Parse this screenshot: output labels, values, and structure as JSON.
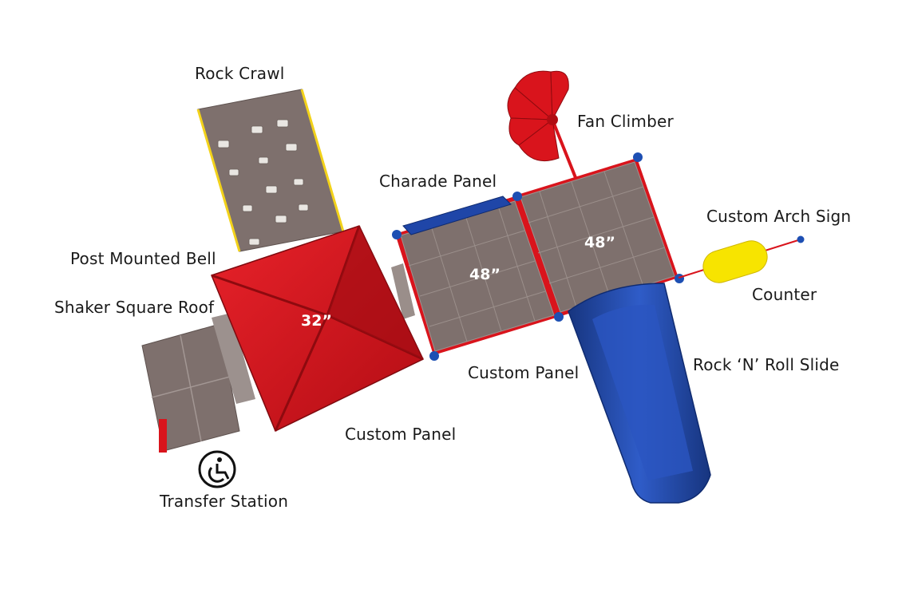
{
  "labels": {
    "rock_crawl": "Rock Crawl",
    "fan_climber": "Fan Climber",
    "charade_panel": "Charade Panel",
    "custom_arch_sign": "Custom Arch Sign",
    "post_mounted_bell": "Post Mounted Bell",
    "shaker_square_roof": "Shaker Square Roof",
    "counter": "Counter",
    "custom_panel_mid": "Custom Panel",
    "rock_n_roll_slide": "Rock ‘N’ Roll Slide",
    "custom_panel_bottom": "Custom Panel",
    "transfer_station": "Transfer Station"
  },
  "deck_heights": {
    "roof_deck": "32”",
    "mid_deck": "48”",
    "right_deck": "48”"
  },
  "colors": {
    "roof_red": "#d9141c",
    "deck_gray": "#7e706d",
    "slide_blue": "#1f46a8",
    "sign_yellow": "#f7e400",
    "post_blue": "#1d4fb3"
  },
  "icons": [
    "accessibility-icon"
  ]
}
